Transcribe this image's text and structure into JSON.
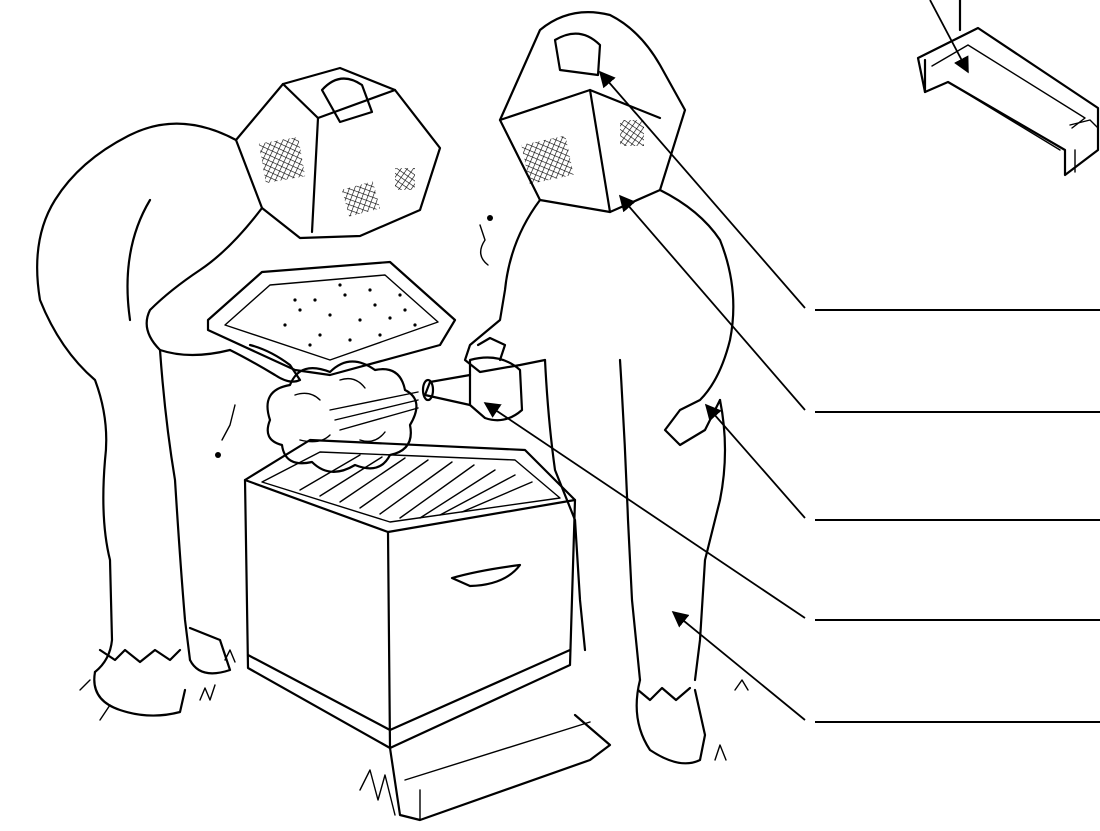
{
  "labels": [
    {
      "id": "hive-stand",
      "text": ""
    },
    {
      "id": "hood",
      "text": ""
    },
    {
      "id": "veil",
      "text": ""
    },
    {
      "id": "gloves",
      "text": ""
    },
    {
      "id": "smoker",
      "text": ""
    },
    {
      "id": "bee-suit",
      "text": ""
    }
  ],
  "colors": {
    "ink": "#000000",
    "paper": "#ffffff"
  }
}
